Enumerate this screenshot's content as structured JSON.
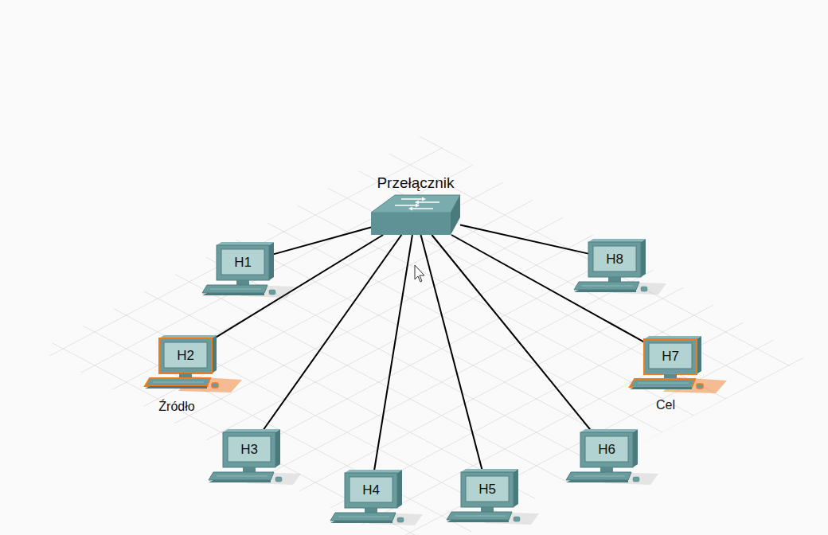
{
  "diagram": {
    "nodes": [
      {
        "text": [
          "Przełącznik"
        ]
      },
      {
        "text": [
          "H1"
        ]
      },
      {
        "text": [
          "H2"
        ]
      },
      {
        "text": [
          "H3"
        ]
      },
      {
        "text": [
          "H4"
        ]
      },
      {
        "text": [
          "H5"
        ]
      },
      {
        "text": [
          "H6"
        ]
      },
      {
        "text": [
          "H7"
        ]
      },
      {
        "text": [
          "H8"
        ]
      }
    ],
    "edges": [
      {
        "from": 0,
        "to": 1,
        "arrow": "none"
      },
      {
        "from": 0,
        "to": 2,
        "arrow": "none"
      },
      {
        "from": 0,
        "to": 3,
        "arrow": "none"
      },
      {
        "from": 0,
        "to": 4,
        "arrow": "none"
      },
      {
        "from": 0,
        "to": 5,
        "arrow": "none"
      },
      {
        "from": 0,
        "to": 6,
        "arrow": "none"
      },
      {
        "from": 0,
        "to": 7,
        "arrow": "none"
      },
      {
        "from": 0,
        "to": 8,
        "arrow": "none"
      }
    ],
    "labels": [
      "Źródło",
      "Cel"
    ]
  }
}
